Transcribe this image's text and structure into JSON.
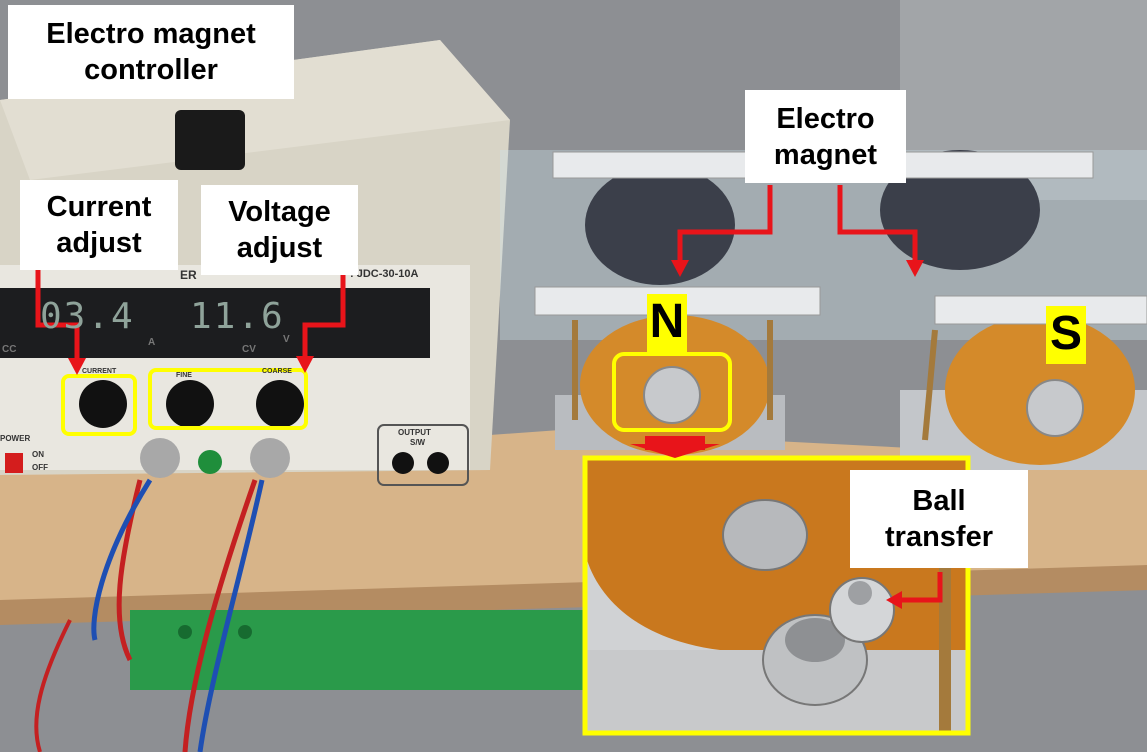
{
  "labels": {
    "controller_line1": "Electro magnet",
    "controller_line2": "controller",
    "current_line1": "Current",
    "current_line2": "adjust",
    "voltage_line1": "Voltage",
    "voltage_line2": "adjust",
    "electromagnet_line1": "Electro",
    "electromagnet_line2": "magnet",
    "ball_line1": "Ball",
    "ball_line2": "transfer",
    "north": "N",
    "south": "S"
  },
  "device": {
    "current_reading": "03.4",
    "voltage_reading": "11.6",
    "model": ": JDC-30-10A",
    "brand_fragment": "ER",
    "knob_current": "CURRENT",
    "knob_fine": "FINE",
    "knob_coarse": "COARSE",
    "cc": "CC",
    "a": "A",
    "cv": "CV",
    "v": "V",
    "output": "OUTPUT",
    "output_sw": "S/W",
    "power": "POWER",
    "on": "ON",
    "off": "OFF"
  },
  "colors": {
    "annotation_arrow": "#e8141a",
    "highlight_box": "#ffff00",
    "label_background": "#ffffff"
  }
}
